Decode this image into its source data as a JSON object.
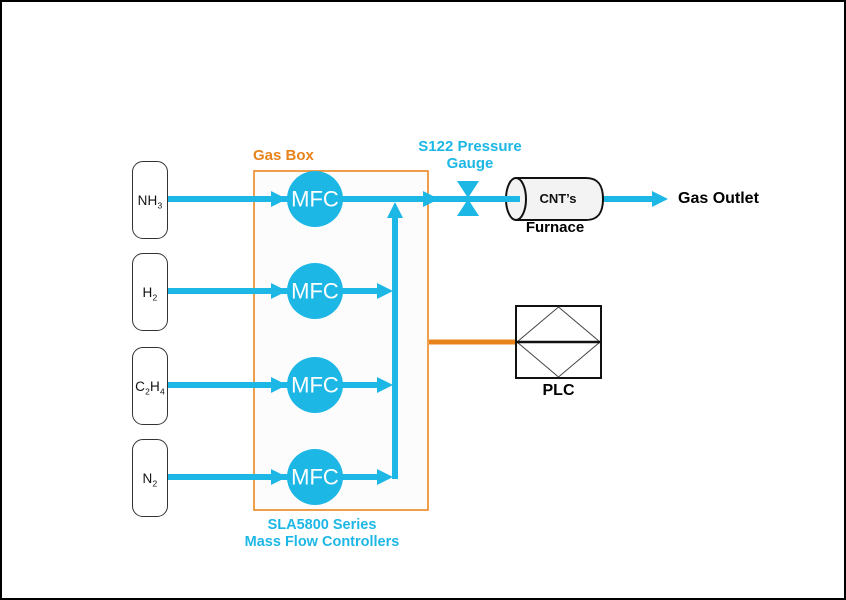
{
  "colors": {
    "flow_cyan": "#1db7e6",
    "accent_orange": "#e8831c",
    "line_black": "#111111"
  },
  "gas_box": {
    "label": "Gas Box",
    "caption_line1": "SLA5800 Series",
    "caption_line2": "Mass Flow Controllers"
  },
  "cylinders": [
    {
      "id": "nh3",
      "parts": [
        {
          "text": "NH"
        },
        {
          "text": "3",
          "sub": true
        }
      ]
    },
    {
      "id": "h2",
      "parts": [
        {
          "text": "H"
        },
        {
          "text": "2",
          "sub": true
        }
      ]
    },
    {
      "id": "c2h4",
      "parts": [
        {
          "text": "C"
        },
        {
          "text": "2",
          "sub": true
        },
        {
          "text": "H"
        },
        {
          "text": "4",
          "sub": true
        }
      ]
    },
    {
      "id": "n2",
      "parts": [
        {
          "text": "N"
        },
        {
          "text": "2",
          "sub": true
        }
      ]
    }
  ],
  "mfc": {
    "label": "MFC"
  },
  "pressure_gauge": {
    "line1": "S122 Pressure",
    "line2": "Gauge"
  },
  "furnace": {
    "tube_label": "CNT’s",
    "label": "Furnace"
  },
  "outlet": {
    "label": "Gas Outlet"
  },
  "plc": {
    "label": "PLC"
  }
}
